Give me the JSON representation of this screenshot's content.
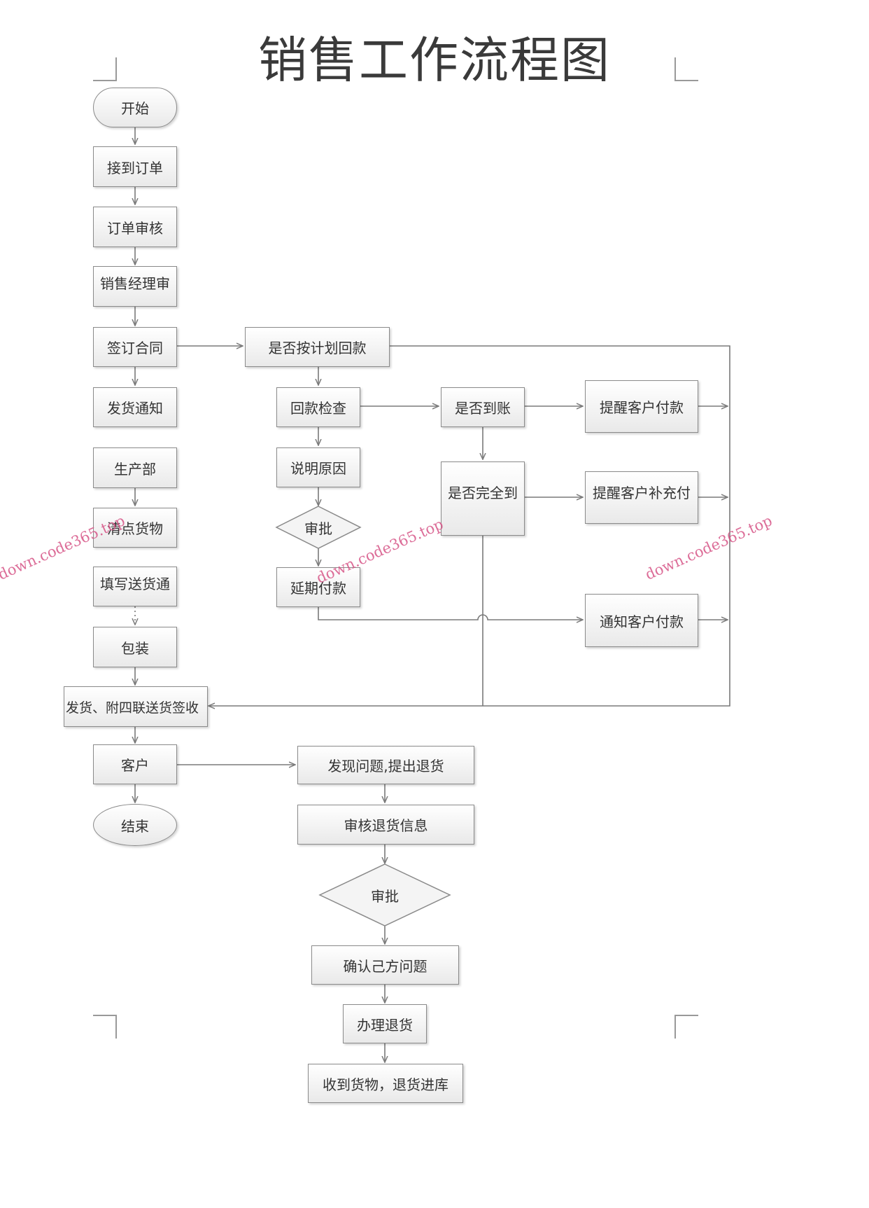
{
  "title": "销售工作流程图",
  "nodes": {
    "start": "开始",
    "receive_order": "接到订单",
    "order_review": "订单审核",
    "sales_manager": "销售经理审",
    "sign_contract": "签订合同",
    "delivery_notice": "发货通知",
    "production": "生产部",
    "count_goods": "清点货物",
    "fill_note": "填写送货通",
    "packing": "包装",
    "ship_sign": "发货、附四联送货签收",
    "customer": "客户",
    "end": "结束",
    "plan_payment": "是否按计划回款",
    "payment_check": "回款检查",
    "explain_reason": "说明原因",
    "approve_1": "审批",
    "delay_payment": "延期付款",
    "arrived": "是否到账",
    "fully_arrived": "是否完全到",
    "remind_pay": "提醒客户付款",
    "remind_supplement": "提醒客户补充付",
    "notify_pay": "通知客户付款",
    "find_problem": "发现问题,提出退货",
    "review_return": "审核退货信息",
    "approve_2": "审批",
    "confirm_issue": "确认己方问题",
    "process_return": "办理退货",
    "receive_goods": "收到货物，退货进库"
  },
  "watermark": "down.code365.top"
}
